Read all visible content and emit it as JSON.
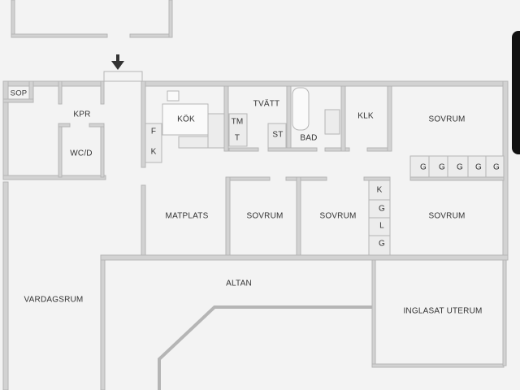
{
  "plan": {
    "rooms": {
      "sop": "SOP",
      "kpr": "KPR",
      "wcd": "WC/D",
      "kok": "KÖK",
      "f": "F",
      "k_kitchen": "K",
      "tm": "TM",
      "t": "T",
      "tvatt": "TVÄTT",
      "st": "ST",
      "bad": "BAD",
      "klk": "KLK",
      "sovrum_1": "SOVRUM",
      "sovrum_2": "SOVRUM",
      "sovrum_3": "SOVRUM",
      "sovrum_4": "SOVRUM",
      "matplats": "MATPLATS",
      "vardagsrum": "VARDAGSRUM",
      "altan": "ALTAN",
      "inglasat_uterum": "INGLASAT UTERUM"
    },
    "storage_row": [
      "G",
      "G",
      "G",
      "G",
      "G"
    ],
    "storage_col": [
      "K",
      "G",
      "L",
      "G"
    ],
    "entrance_icon": "arrow-down-icon"
  }
}
